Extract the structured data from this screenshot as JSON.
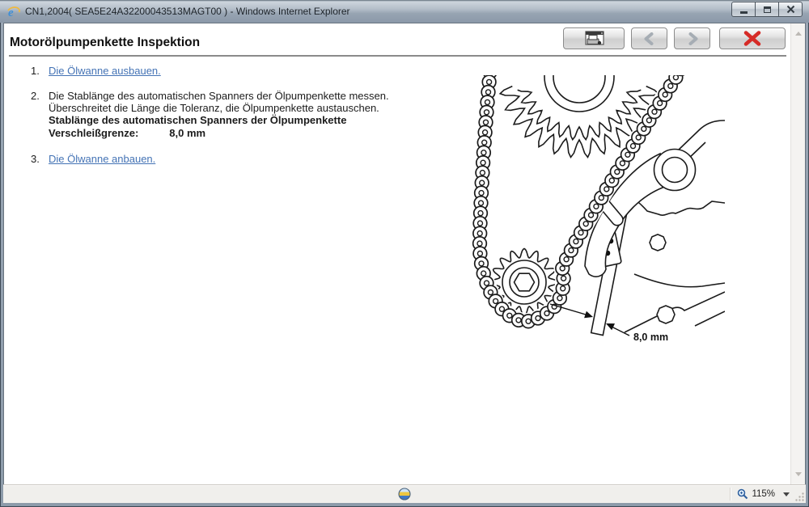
{
  "titlebar": {
    "title": "CN1,2004( SEA5E24A32200043513MAGT00 ) - Windows Internet Explorer",
    "app_icon": "internet-explorer-logo",
    "ie_glyph": "e"
  },
  "window_controls": {
    "minimize_icon": "minus",
    "maximize_icon": "square",
    "close_icon": "x"
  },
  "toolbar": {
    "print_icon": "printer-window",
    "back_icon": "chevron-left",
    "forward_icon": "chevron-right",
    "close_icon": "red-x"
  },
  "page": {
    "heading": "Motorölpumpenkette Inspektion",
    "steps": [
      {
        "num": "1.",
        "text": "Die Ölwanne ausbauen.",
        "is_link": true
      },
      {
        "num": "2.",
        "line1": "Die Stablänge des automatischen Spanners der Ölpumpenkette messen.",
        "line2": "Überschreitet die Länge die Toleranz, die Ölpumpenkette austauschen.",
        "bold_line": "Stablänge des automatischen Spanners der Ölpumpenkette",
        "spec_label": "Verschleißgrenze:",
        "spec_value": "8,0 mm"
      },
      {
        "num": "3.",
        "text": "Die Ölwanne anbauen.",
        "is_link": true
      }
    ],
    "diagram_label": "8,0 mm"
  },
  "statusbar": {
    "zone_icon": "internet-zone-globe",
    "magnifier_icon": "zoom-magnifier",
    "zoom_level": "115%"
  },
  "colors": {
    "link": "#4473b5",
    "close_x": "#d62b27",
    "diagram_ink": "#1b1b1b"
  }
}
